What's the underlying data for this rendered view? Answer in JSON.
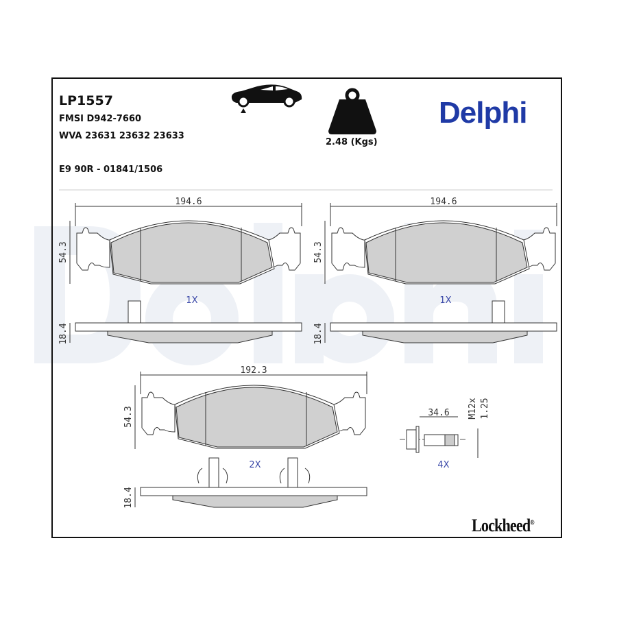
{
  "header": {
    "part_number": "LP1557",
    "fmsi": "FMSI D942-7660",
    "wva": "WVA 23631 23632 23633",
    "approval": "E9 90R - 01841/1506",
    "weight": "2.48 (Kgs)",
    "brand": "Delphi",
    "watermark": "Delphi"
  },
  "icons": {
    "axle": "car-front-axle-icon",
    "weight": "weight-icon"
  },
  "drawings": {
    "pad1": {
      "width": "194.6",
      "height": "54.3",
      "thickness": "18.4",
      "qty": "1X"
    },
    "pad2": {
      "width": "194.6",
      "height": "54.3",
      "thickness": "18.4",
      "qty": "1X"
    },
    "pad3": {
      "width": "192.3",
      "height": "54.3",
      "thickness": "18.4",
      "qty": "2X"
    },
    "bolt": {
      "length": "34.6",
      "thread_a": "M12x",
      "thread_b": "1.25",
      "qty": "4X"
    }
  },
  "footer": {
    "logo": "Lockheed",
    "reg": "®"
  },
  "colors": {
    "brand": "#1f3aa6",
    "qty": "#3a48a8",
    "pad_fill": "#d0d0d0",
    "watermark": "#eef1f6"
  }
}
